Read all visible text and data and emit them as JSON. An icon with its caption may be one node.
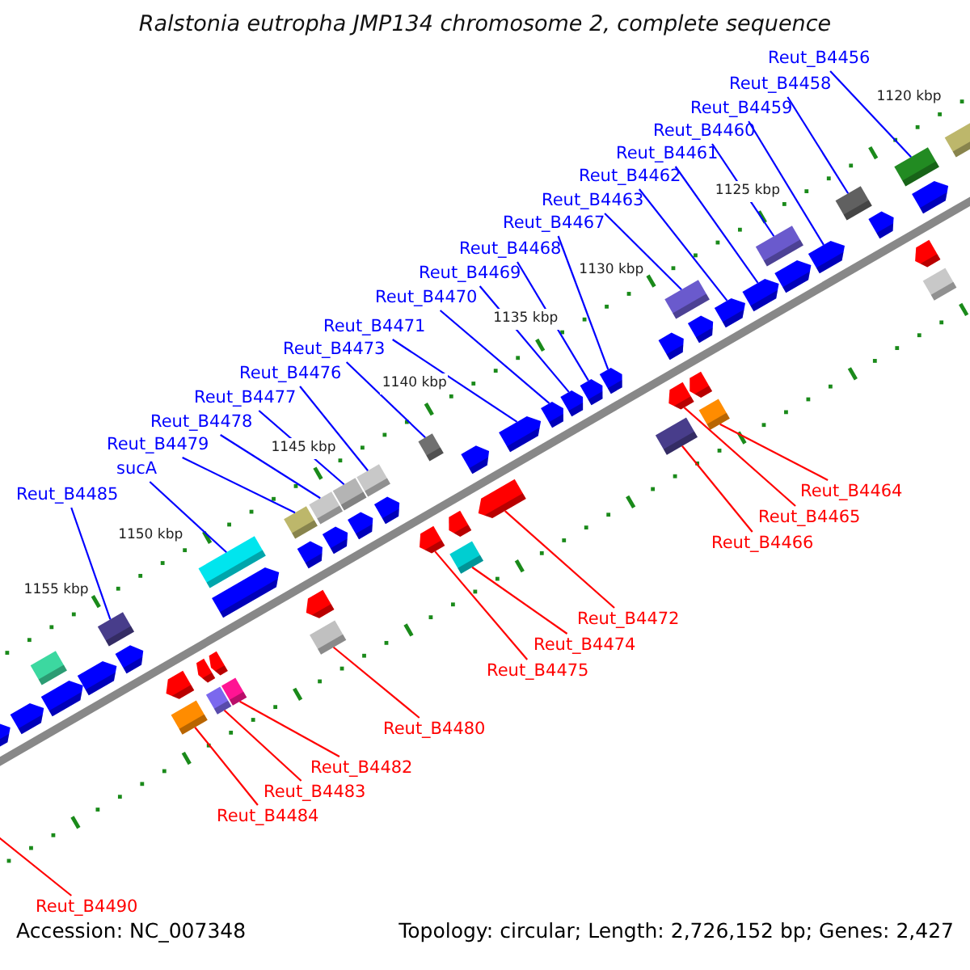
{
  "diagram": {
    "title": "Ralstonia eutropha JMP134 chromosome 2, complete sequence",
    "nodes": [
      {
        "text": [
          "Reut_B4456"
        ]
      },
      {
        "text": [
          "Reut_B4458"
        ]
      },
      {
        "text": [
          "Reut_B4459"
        ]
      },
      {
        "text": [
          "Reut_B4460"
        ]
      },
      {
        "text": [
          "Reut_B4461"
        ]
      },
      {
        "text": [
          "Reut_B4462"
        ]
      },
      {
        "text": [
          "Reut_B4463"
        ]
      },
      {
        "text": [
          "Reut_B4467"
        ]
      },
      {
        "text": [
          "Reut_B4468"
        ]
      },
      {
        "text": [
          "Reut_B4469"
        ]
      },
      {
        "text": [
          "Reut_B4470"
        ]
      },
      {
        "text": [
          "Reut_B4471"
        ]
      },
      {
        "text": [
          "Reut_B4473"
        ]
      },
      {
        "text": [
          "Reut_B4476"
        ]
      },
      {
        "text": [
          "Reut_B4477"
        ]
      },
      {
        "text": [
          "Reut_B4478"
        ]
      },
      {
        "text": [
          "Reut_B4479"
        ]
      },
      {
        "text": [
          "sucA"
        ]
      },
      {
        "text": [
          "Reut_B4485"
        ]
      },
      {
        "text": [
          "Reut_B4464"
        ]
      },
      {
        "text": [
          "Reut_B4465"
        ]
      },
      {
        "text": [
          "Reut_B4466"
        ]
      },
      {
        "text": [
          "Reut_B4472"
        ]
      },
      {
        "text": [
          "Reut_B4474"
        ]
      },
      {
        "text": [
          "Reut_B4475"
        ]
      },
      {
        "text": [
          "Reut_B4480"
        ]
      },
      {
        "text": [
          "Reut_B4482"
        ]
      },
      {
        "text": [
          "Reut_B4483"
        ]
      },
      {
        "text": [
          "Reut_B4484"
        ]
      },
      {
        "text": [
          "Reut_B4490"
        ]
      },
      {
        "text": [],
        "shape": "box"
      },
      {
        "text": [],
        "shape": "box"
      },
      {
        "text": [],
        "shape": "pentagon"
      },
      {
        "text": [],
        "shape": "box"
      },
      {
        "text": [],
        "shape": "pentagon"
      },
      {
        "text": [],
        "shape": "pentagon"
      },
      {
        "text": [],
        "shape": "box"
      },
      {
        "text": [],
        "shape": "pentagon"
      },
      {
        "text": [],
        "shape": "pentagon"
      },
      {
        "text": [],
        "shape": "pentagon"
      },
      {
        "text": [],
        "shape": "pentagon"
      },
      {
        "text": [],
        "shape": "pentagon"
      },
      {
        "text": [],
        "shape": "box"
      },
      {
        "text": [],
        "shape": "box"
      },
      {
        "text": [],
        "shape": "box"
      },
      {
        "text": [],
        "shape": "box"
      },
      {
        "text": [],
        "shape": "box"
      },
      {
        "text": [],
        "shape": "box"
      },
      {
        "text": [],
        "shape": "box"
      },
      {
        "text": [],
        "shape": "box"
      },
      {
        "text": [],
        "shape": "pentagon"
      },
      {
        "text": [],
        "shape": "box"
      },
      {
        "text": [],
        "shape": "pentagon"
      },
      {
        "text": [],
        "shape": "box"
      },
      {
        "text": [],
        "shape": "pentagon"
      },
      {
        "text": [],
        "shape": "box"
      },
      {
        "text": [],
        "shape": "box"
      },
      {
        "text": [],
        "shape": "box"
      },
      {
        "text": [],
        "shape": "box"
      },
      {
        "text": [],
        "shape": "pentagon"
      },
      {
        "text": [],
        "shape": "pentagon"
      },
      {
        "text": [],
        "shape": "pentagon"
      },
      {
        "text": [],
        "shape": "box"
      },
      {
        "text": [],
        "shape": "pentagon"
      },
      {
        "text": [],
        "shape": "pentagon"
      },
      {
        "text": [],
        "shape": "pentagon"
      },
      {
        "text": [],
        "shape": "pentagon"
      },
      {
        "text": [],
        "shape": "pentagon"
      },
      {
        "text": [],
        "shape": "pentagon"
      },
      {
        "text": [],
        "shape": "pentagon"
      },
      {
        "text": [],
        "shape": "pentagon"
      },
      {
        "text": [],
        "shape": "pentagon"
      },
      {
        "text": [],
        "shape": "pentagon"
      },
      {
        "text": [],
        "shape": "pentagon"
      },
      {
        "text": [],
        "shape": "pentagon"
      },
      {
        "text": [],
        "shape": "pentagon"
      },
      {
        "text": [],
        "shape": "pentagon"
      },
      {
        "text": [],
        "shape": "pentagon"
      },
      {
        "text": [],
        "shape": "pentagon"
      },
      {
        "text": [],
        "shape": "pentagon"
      },
      {
        "text": [],
        "shape": "pentagon"
      },
      {
        "text": [],
        "shape": "box"
      },
      {
        "text": [],
        "shape": "pentagon"
      },
      {
        "text": [],
        "shape": "pentagon"
      },
      {
        "text": [],
        "shape": "box"
      }
    ],
    "edges": [
      {
        "from": 0,
        "to": 30,
        "arrow": "none"
      },
      {
        "from": 1,
        "to": 31,
        "arrow": "none"
      },
      {
        "from": 2,
        "to": 32,
        "arrow": "none"
      },
      {
        "from": 3,
        "to": 33,
        "arrow": "none"
      },
      {
        "from": 4,
        "to": 34,
        "arrow": "none"
      },
      {
        "from": 5,
        "to": 35,
        "arrow": "none"
      },
      {
        "from": 6,
        "to": 36,
        "arrow": "none"
      },
      {
        "from": 7,
        "to": 37,
        "arrow": "none"
      },
      {
        "from": 8,
        "to": 38,
        "arrow": "none"
      },
      {
        "from": 9,
        "to": 39,
        "arrow": "none"
      },
      {
        "from": 10,
        "to": 40,
        "arrow": "none"
      },
      {
        "from": 11,
        "to": 41,
        "arrow": "none"
      },
      {
        "from": 12,
        "to": 42,
        "arrow": "none"
      },
      {
        "from": 13,
        "to": 43,
        "arrow": "none"
      },
      {
        "from": 14,
        "to": 44,
        "arrow": "none"
      },
      {
        "from": 15,
        "to": 45,
        "arrow": "none"
      },
      {
        "from": 16,
        "to": 46,
        "arrow": "none"
      },
      {
        "from": 17,
        "to": 47,
        "arrow": "none"
      },
      {
        "from": 18,
        "to": 48,
        "arrow": "none"
      },
      {
        "from": 19,
        "to": 49,
        "arrow": "none",
        "color": "#ff0000"
      },
      {
        "from": 20,
        "to": 50,
        "arrow": "none",
        "color": "#ff0000"
      },
      {
        "from": 21,
        "to": 51,
        "arrow": "none",
        "color": "#ff0000"
      },
      {
        "from": 22,
        "to": 52,
        "arrow": "none",
        "color": "#ff0000"
      },
      {
        "from": 23,
        "to": 53,
        "arrow": "none",
        "color": "#ff0000"
      },
      {
        "from": 24,
        "to": 54,
        "arrow": "none",
        "color": "#ff0000"
      },
      {
        "from": 25,
        "to": 55,
        "arrow": "none",
        "color": "#ff0000"
      },
      {
        "from": 26,
        "to": 56,
        "arrow": "none",
        "color": "#ff0000"
      },
      {
        "from": 27,
        "to": 57,
        "arrow": "none",
        "color": "#ff0000"
      },
      {
        "from": 28,
        "to": 58,
        "arrow": "none",
        "color": "#ff0000"
      },
      {
        "from": 29,
        "to": null,
        "arrow": "none",
        "color": "#ff0000"
      }
    ],
    "labels": [
      "1120 kbp",
      "1125 kbp",
      "1130 kbp",
      "1135 kbp",
      "1140 kbp",
      "1145 kbp",
      "1150 kbp",
      "1155 kbp",
      "Accession: NC_007348",
      "Topology: circular; Length: 2,726,152 bp; Genes: 2,427"
    ]
  }
}
